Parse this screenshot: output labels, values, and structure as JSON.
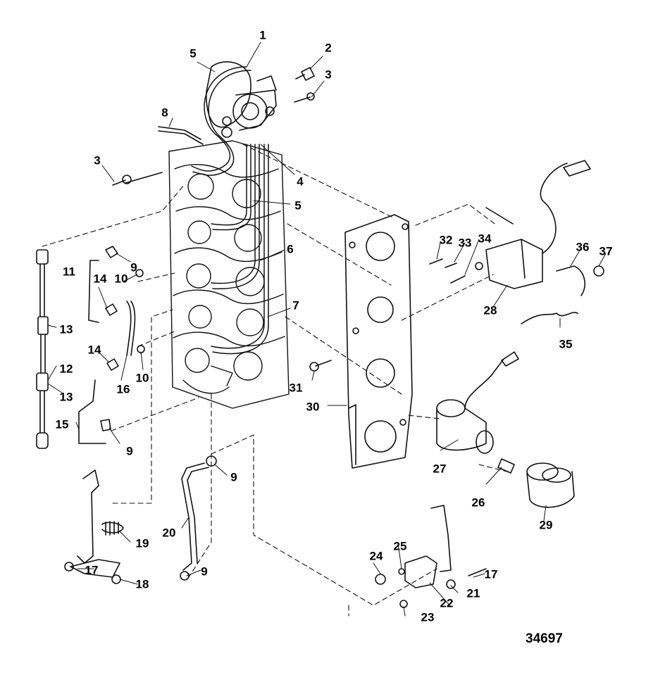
{
  "figure_number": "34697",
  "callouts": [
    {
      "id": "c1",
      "label": "1"
    },
    {
      "id": "c2",
      "label": "2"
    },
    {
      "id": "c3a",
      "label": "3"
    },
    {
      "id": "c3b",
      "label": "3"
    },
    {
      "id": "c4",
      "label": "4"
    },
    {
      "id": "c5a",
      "label": "5"
    },
    {
      "id": "c5b",
      "label": "5"
    },
    {
      "id": "c6",
      "label": "6"
    },
    {
      "id": "c7",
      "label": "7"
    },
    {
      "id": "c8",
      "label": "8"
    },
    {
      "id": "c9a",
      "label": "9"
    },
    {
      "id": "c9b",
      "label": "9"
    },
    {
      "id": "c9c",
      "label": "9"
    },
    {
      "id": "c9d",
      "label": "9"
    },
    {
      "id": "c10a",
      "label": "10"
    },
    {
      "id": "c10b",
      "label": "10"
    },
    {
      "id": "c11",
      "label": "11"
    },
    {
      "id": "c12",
      "label": "12"
    },
    {
      "id": "c13a",
      "label": "13"
    },
    {
      "id": "c13b",
      "label": "13"
    },
    {
      "id": "c14a",
      "label": "14"
    },
    {
      "id": "c14b",
      "label": "14"
    },
    {
      "id": "c15",
      "label": "15"
    },
    {
      "id": "c16",
      "label": "16"
    },
    {
      "id": "c17a",
      "label": "17"
    },
    {
      "id": "c17b",
      "label": "17"
    },
    {
      "id": "c18",
      "label": "18"
    },
    {
      "id": "c19",
      "label": "19"
    },
    {
      "id": "c20",
      "label": "20"
    },
    {
      "id": "c21",
      "label": "21"
    },
    {
      "id": "c22",
      "label": "22"
    },
    {
      "id": "c23",
      "label": "23"
    },
    {
      "id": "c24",
      "label": "24"
    },
    {
      "id": "c25",
      "label": "25"
    },
    {
      "id": "c26",
      "label": "26"
    },
    {
      "id": "c27",
      "label": "27"
    },
    {
      "id": "c28",
      "label": "28"
    },
    {
      "id": "c29",
      "label": "29"
    },
    {
      "id": "c30",
      "label": "30"
    },
    {
      "id": "c31",
      "label": "31"
    },
    {
      "id": "c32",
      "label": "32"
    },
    {
      "id": "c33",
      "label": "33"
    },
    {
      "id": "c34",
      "label": "34"
    },
    {
      "id": "c35",
      "label": "35"
    },
    {
      "id": "c36",
      "label": "36"
    },
    {
      "id": "c37",
      "label": "37"
    }
  ]
}
